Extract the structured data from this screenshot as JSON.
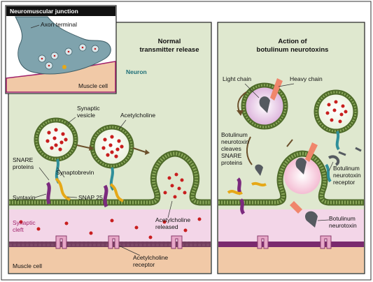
{
  "inset": {
    "title": "Neuromuscular junction",
    "axon_terminal": "Axon terminal",
    "muscle_cell": "Muscle cell"
  },
  "left_panel": {
    "title_line1": "Normal",
    "title_line2": "transmitter release",
    "neuron": "Neuron",
    "synaptic_vesicle_line1": "Synaptic",
    "synaptic_vesicle_line2": "vesicle",
    "acetylcholine": "Acetylcholine",
    "snare_line1": "SNARE",
    "snare_line2": "proteins",
    "synaptobrevin": "Synaptobrevin",
    "syntaxin": "Syntaxin",
    "snap25": "SNAP 25",
    "synaptic_cleft_line1": "Synaptic",
    "synaptic_cleft_line2": "cleft",
    "ach_released_line1": "Acetylcholine",
    "ach_released_line2": "released",
    "ach_receptor_line1": "Acetylcholine",
    "ach_receptor_line2": "receptor",
    "muscle_cell": "Muscle cell"
  },
  "right_panel": {
    "title_line1": "Action of",
    "title_line2": "botulinum neurotoxins",
    "light_chain": "Light chain",
    "heavy_chain": "Heavy chain",
    "cleaves_line1": "Botulinum",
    "cleaves_line2": "neurotoxin",
    "cleaves_line3": "cleaves",
    "cleaves_line4": "SNARE",
    "cleaves_line5": "proteins",
    "receptor_line1": "Botulinum",
    "receptor_line2": "neurotoxin",
    "receptor_line3": "receptor",
    "toxin_line1": "Botulinum",
    "toxin_line2": "neurotoxin"
  },
  "colors": {
    "neuron_bg": "#dfe8cf",
    "membrane": "#4f6b2a",
    "vesicle_fill": "#f3f7e8",
    "ach_dot": "#c81e1e",
    "cleft": "#f3d6e8",
    "muscle": "#f1c9a7",
    "receptor": "#e7a8c8",
    "snare_teal": "#2f8f9a",
    "snare_purple": "#7b2a7e",
    "snare_yellow": "#e6a817",
    "toxin_gray": "#555a60",
    "toxin_salmon": "#f0866c",
    "inset_bg": "#7fa3ad"
  }
}
